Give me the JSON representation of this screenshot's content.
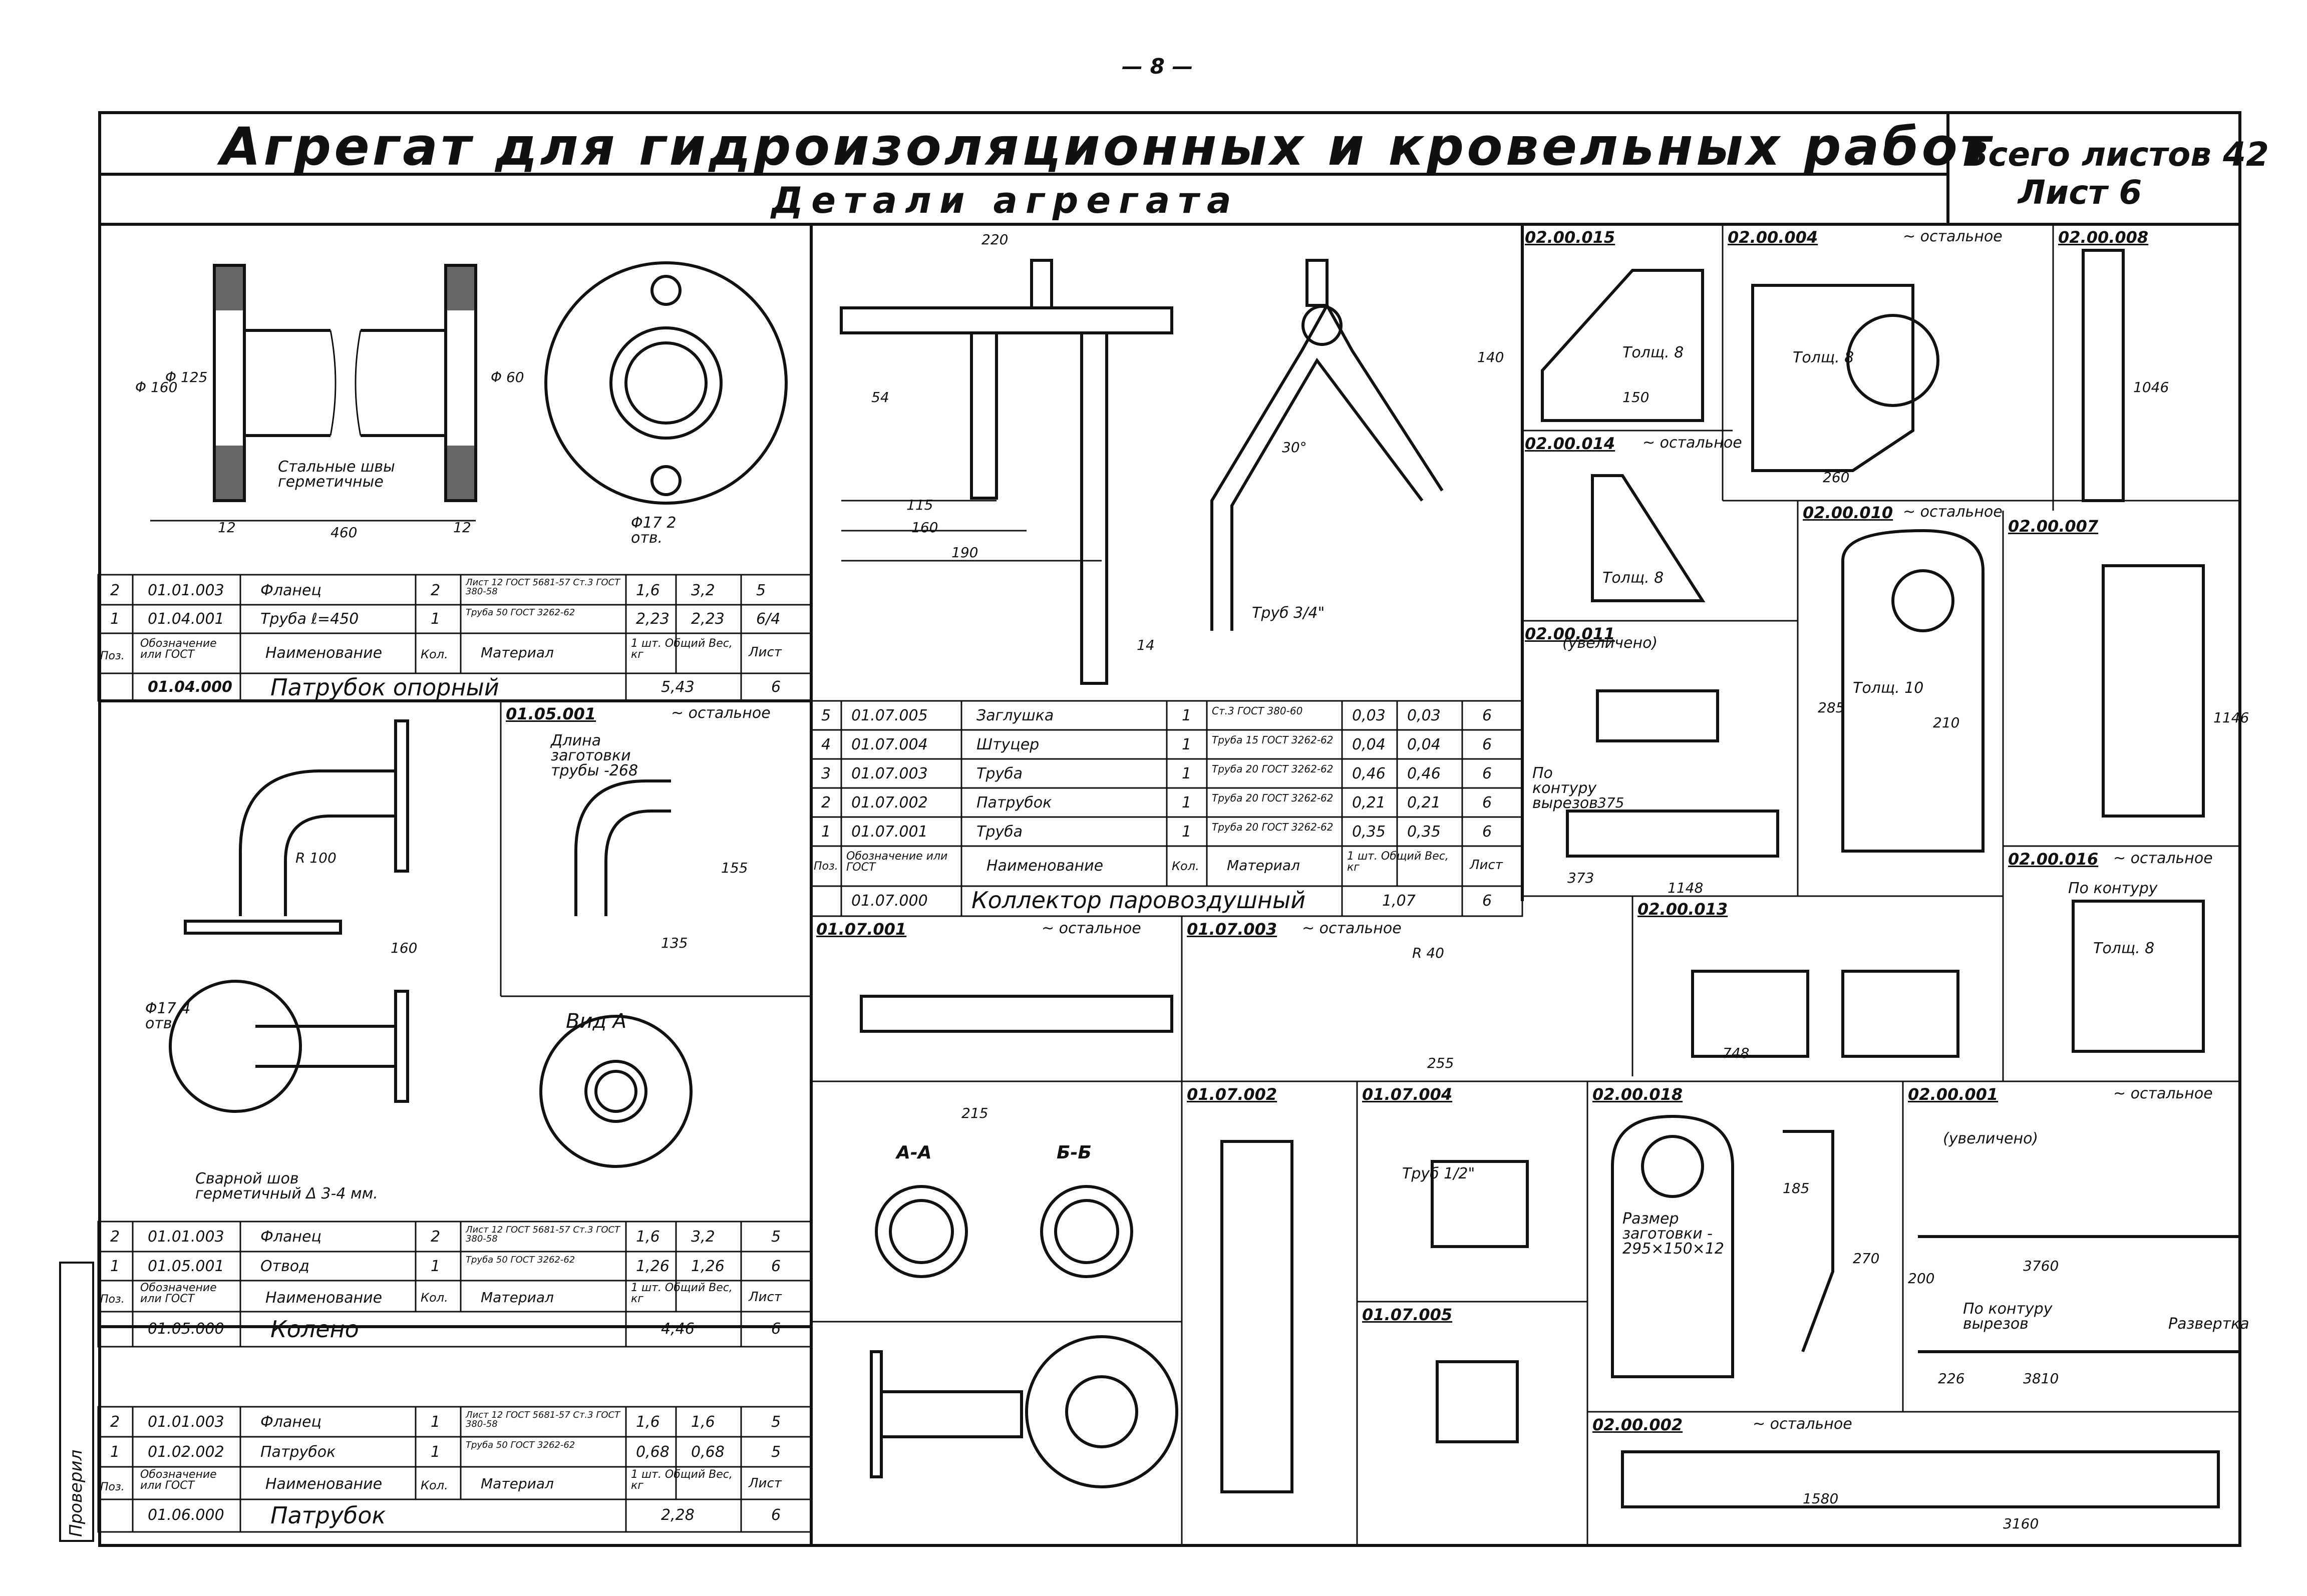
{
  "page_number": "— 8 —",
  "title": {
    "main": "Агрегат для гидроизоляционных и кровельных работ",
    "sub": "Детали агрегата",
    "total_sheets": "Всего листов 42",
    "sheet": "Лист 6"
  },
  "stamp_text": "Проверил",
  "headers": {
    "designation": "Обозначение или ГОСТ",
    "name": "Наименование",
    "qty": "Кол.",
    "material": "Материал",
    "weight": "1 шт. Общий Вес, кг",
    "sheet": "Лист",
    "pos": "Поз."
  },
  "spec_patrubok_opornyi": {
    "rows": [
      {
        "pos": "2",
        "code": "01.01.003",
        "name": "Фланец",
        "qty": "2",
        "material": "Лист 12 ГОСТ 5681-57 Ст.3 ГОСТ 380-58",
        "w1": "1,6",
        "w2": "3,2",
        "sheet": "5"
      },
      {
        "pos": "1",
        "code": "01.04.001",
        "name": "Труба ℓ=450",
        "qty": "1",
        "material": "Труба 50 ГОСТ 3262-62",
        "w1": "2,23",
        "w2": "2,23",
        "sheet": "6/4"
      }
    ],
    "assembly": {
      "code": "01.04.000",
      "name": "Патрубок опорный",
      "weight": "5,43",
      "sheet": "6"
    }
  },
  "spec_kolektor": {
    "rows": [
      {
        "pos": "5",
        "code": "01.07.005",
        "name": "Заглушка",
        "qty": "1",
        "material": "Ст.3 ГОСТ 380-60",
        "w1": "0,03",
        "w2": "0,03",
        "sheet": "6"
      },
      {
        "pos": "4",
        "code": "01.07.004",
        "name": "Штуцер",
        "qty": "1",
        "material": "Труба 15 ГОСТ 3262-62",
        "w1": "0,04",
        "w2": "0,04",
        "sheet": "6"
      },
      {
        "pos": "3",
        "code": "01.07.003",
        "name": "Труба",
        "qty": "1",
        "material": "Труба 20 ГОСТ 3262-62",
        "w1": "0,46",
        "w2": "0,46",
        "sheet": "6"
      },
      {
        "pos": "2",
        "code": "01.07.002",
        "name": "Патрубок",
        "qty": "1",
        "material": "Труба 20 ГОСТ 3262-62",
        "w1": "0,21",
        "w2": "0,21",
        "sheet": "6"
      },
      {
        "pos": "1",
        "code": "01.07.001",
        "name": "Труба",
        "qty": "1",
        "material": "Труба 20 ГОСТ 3262-62",
        "w1": "0,35",
        "w2": "0,35",
        "sheet": "6"
      }
    ],
    "assembly": {
      "code": "01.07.000",
      "name": "Коллектор паровоздушный",
      "weight": "1,07",
      "sheet": "6"
    }
  },
  "spec_koleno": {
    "rows": [
      {
        "pos": "2",
        "code": "01.01.003",
        "name": "Фланец",
        "qty": "2",
        "material": "Лист 12 ГОСТ 5681-57 Ст.3 ГОСТ 380-58",
        "w1": "1,6",
        "w2": "3,2",
        "sheet": "5"
      },
      {
        "pos": "1",
        "code": "01.05.001",
        "name": "Отвод",
        "qty": "1",
        "material": "Труба 50 ГОСТ 3262-62",
        "w1": "1,26",
        "w2": "1,26",
        "sheet": "6"
      }
    ],
    "assembly": {
      "code": "01.05.000",
      "name": "Колено",
      "weight": "4,46",
      "sheet": "6"
    }
  },
  "spec_patrubok": {
    "rows": [
      {
        "pos": "2",
        "code": "01.01.003",
        "name": "Фланец",
        "qty": "1",
        "material": "Лист 12 ГОСТ 5681-57 Ст.3 ГОСТ 380-58",
        "w1": "1,6",
        "w2": "1,6",
        "sheet": "5"
      },
      {
        "pos": "1",
        "code": "01.02.002",
        "name": "Патрубок",
        "qty": "1",
        "material": "Труба 50 ГОСТ 3262-62",
        "w1": "0,68",
        "w2": "0,68",
        "sheet": "5"
      }
    ],
    "assembly": {
      "code": "01.06.000",
      "name": "Патрубок",
      "weight": "2,28",
      "sheet": "6"
    }
  },
  "detail_labels": {
    "d_01_05_001": "01.05.001",
    "d_01_07_001": "01.07.001",
    "d_01_07_003": "01.07.003",
    "d_01_07_002": "01.07.002",
    "d_01_07_004": "01.07.004",
    "d_01_07_005": "01.07.005",
    "d_02_00_015": "02.00.015",
    "d_02_00_004": "02.00.004",
    "d_02_00_008": "02.00.008",
    "d_02_00_014": "02.00.014",
    "d_02_00_010": "02.00.010",
    "d_02_00_007": "02.00.007",
    "d_02_00_011": "02.00.011",
    "d_02_00_013": "02.00.013",
    "d_02_00_016": "02.00.016",
    "d_02_00_018": "02.00.018",
    "d_02_00_001": "02.00.001",
    "d_02_00_002": "02.00.002"
  },
  "notes": {
    "ostalnoe": "~ остальное",
    "steel_seams": "Стальные швы герметичные",
    "weld_seam": "Сварной шов герметичный Δ 3-4 мм.",
    "vid_a": "Вид А",
    "section_aa": "А-А",
    "section_bb": "Б-Б",
    "pipe_length": "Длина заготовки трубы -268",
    "tolsh8": "Толщ. 8",
    "tolsh10": "Толщ. 10",
    "po_konturu": "По контуру",
    "po_konturu_vyrez": "По контуру вырезов",
    "razvertka": "Развертка",
    "uvelicheno": "(увеличено)",
    "razmer_zagotovki": "Размер заготовки - 295×150×12",
    "po_konturu_vyrezov": "По контуру вырезов",
    "pipe_3_4": "Труб 3/4\"",
    "pipe_1_2": "Труб 1/2\"",
    "otv": "Φ17 4 отв.",
    "otv2": "Φ17 2 отв."
  },
  "dims": {
    "d460": "460",
    "d12": "12",
    "d160a": "Φ 160",
    "d125": "Φ 125",
    "d60": "Φ 60",
    "d220": "220",
    "d54": "54",
    "d115": "115",
    "d160": "160",
    "d190": "190",
    "d14": "14",
    "d140": "140",
    "d30": "30°",
    "d135": "135",
    "d155": "155",
    "d100": "R 100",
    "d215": "215",
    "d255": "255",
    "d40": "R 40",
    "d748": "748",
    "d150": "150",
    "d200": "200",
    "d1046": "1046",
    "d1146": "1146",
    "d3760": "3760",
    "d3810": "3810",
    "d226": "226",
    "d1580": "1580",
    "d3160": "3160",
    "d260": "260",
    "d285": "285",
    "d210": "210",
    "d270": "270",
    "d373": "373",
    "d375": "375",
    "d1148": "1148",
    "d185": "185"
  }
}
